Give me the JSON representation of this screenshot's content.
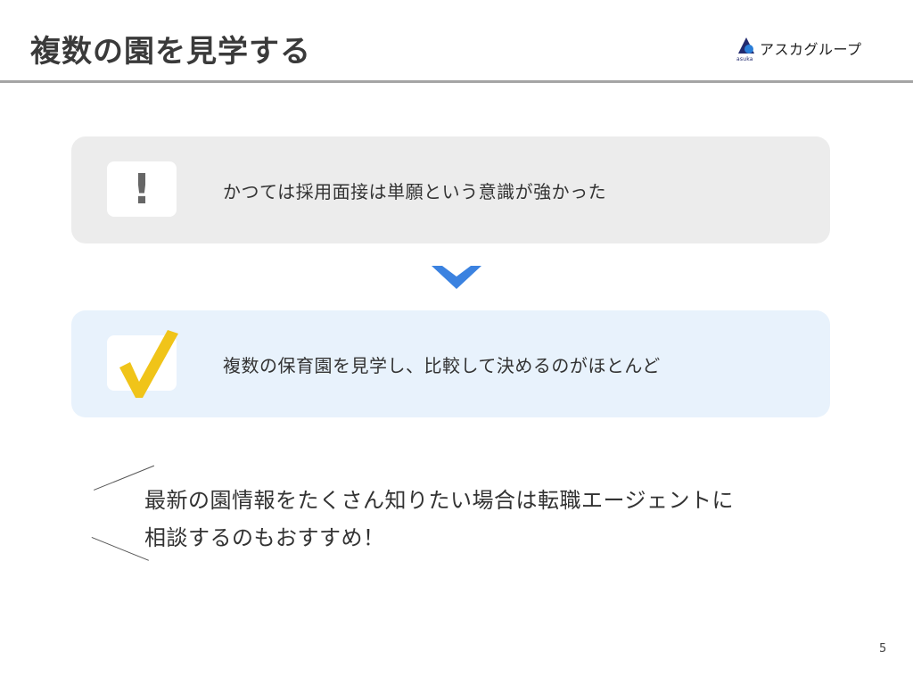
{
  "slide": {
    "title": "複数の園を見学する",
    "page_number": "5"
  },
  "logo": {
    "name": "アスカグループ",
    "subtext": "asuka",
    "icon": "asuka-logo-icon",
    "brand_color": "#222a6e",
    "accent_color": "#2a7ed8"
  },
  "before": {
    "icon": "exclamation-icon",
    "text": "かつては採用面接は単願という意識が強かった"
  },
  "arrow": {
    "icon": "chevron-down-icon",
    "color": "#3b82e0"
  },
  "after": {
    "icon": "checkmark-icon",
    "check_color": "#f0c419",
    "text": "複数の保育園を見学し、比較して決めるのがほとんど"
  },
  "note": {
    "line1": "最新の園情報をたくさん知りたい場合は転職エージェントに",
    "line2": "相談するのもおすすめ！"
  }
}
